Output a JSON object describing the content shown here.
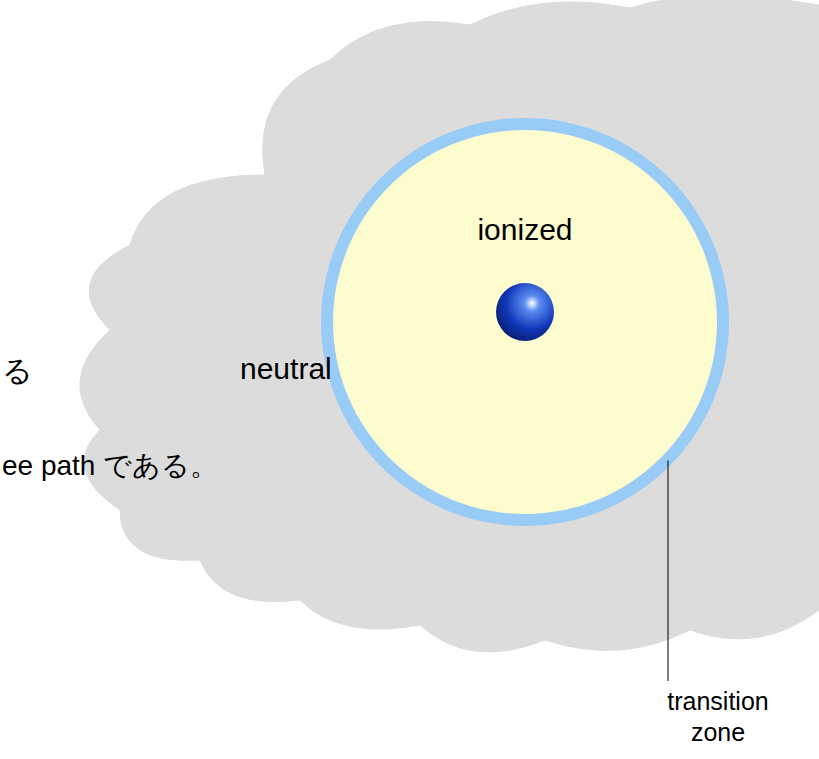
{
  "diagram": {
    "nodes": [
      {
        "text": [
          "neutral"
        ]
      },
      {
        "text": [
          "ionized"
        ],
        "in": 0
      }
    ],
    "labels": [
      "transition zone",
      "る",
      "ee path である。"
    ]
  }
}
